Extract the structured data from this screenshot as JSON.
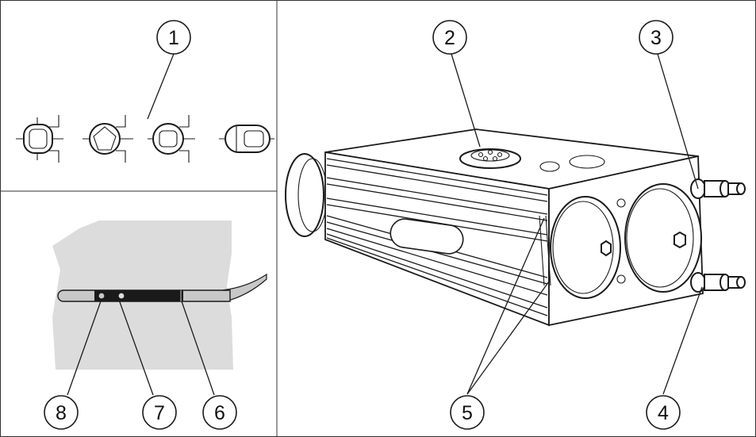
{
  "callouts": {
    "c1": "1",
    "c2": "2",
    "c3": "3",
    "c4": "4",
    "c5": "5",
    "c6": "6",
    "c7": "7",
    "c8": "8"
  },
  "colors": {
    "line": "#1a1a1a",
    "panel_border": "#333333",
    "shaded_area": "#dcdcdc",
    "probe_dark": "#1a1a1a",
    "probe_light": "#c8c8c8"
  },
  "icons": [
    "valve-actuator-illustration",
    "shaft-profile-icon",
    "indicator-probe-illustration"
  ]
}
